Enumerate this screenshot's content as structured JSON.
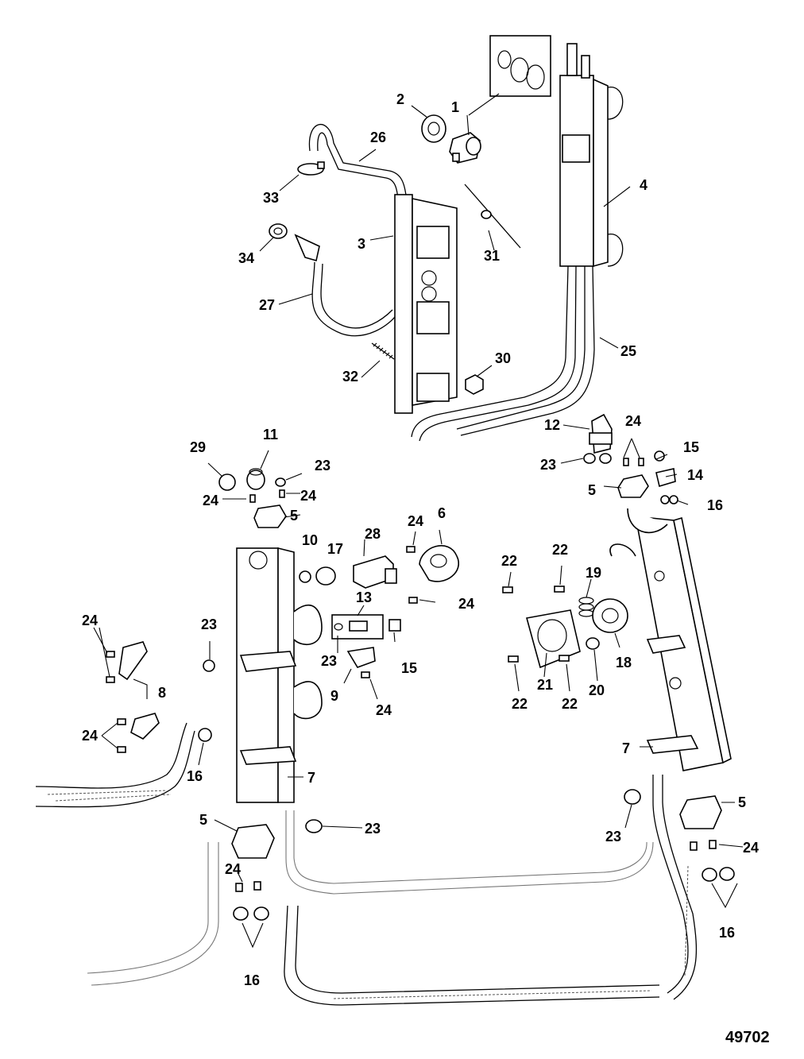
{
  "figure_number": "49702",
  "callouts": [
    {
      "id": "c1",
      "text": "1"
    },
    {
      "id": "c2",
      "text": "2"
    },
    {
      "id": "c3",
      "text": "3"
    },
    {
      "id": "c4",
      "text": "4"
    },
    {
      "id": "c5a",
      "text": "5"
    },
    {
      "id": "c5b",
      "text": "5"
    },
    {
      "id": "c5c",
      "text": "5"
    },
    {
      "id": "c5d",
      "text": "5"
    },
    {
      "id": "c6",
      "text": "6"
    },
    {
      "id": "c7a",
      "text": "7"
    },
    {
      "id": "c7b",
      "text": "7"
    },
    {
      "id": "c8",
      "text": "8"
    },
    {
      "id": "c9",
      "text": "9"
    },
    {
      "id": "c10",
      "text": "10"
    },
    {
      "id": "c11",
      "text": "11"
    },
    {
      "id": "c12",
      "text": "12"
    },
    {
      "id": "c13",
      "text": "13"
    },
    {
      "id": "c14",
      "text": "14"
    },
    {
      "id": "c15a",
      "text": "15"
    },
    {
      "id": "c15b",
      "text": "15"
    },
    {
      "id": "c16a",
      "text": "16"
    },
    {
      "id": "c16b",
      "text": "16"
    },
    {
      "id": "c16c",
      "text": "16"
    },
    {
      "id": "c16d",
      "text": "16"
    },
    {
      "id": "c17",
      "text": "17"
    },
    {
      "id": "c18",
      "text": "18"
    },
    {
      "id": "c19",
      "text": "19"
    },
    {
      "id": "c20",
      "text": "20"
    },
    {
      "id": "c21",
      "text": "21"
    },
    {
      "id": "c22a",
      "text": "22"
    },
    {
      "id": "c22b",
      "text": "22"
    },
    {
      "id": "c22c",
      "text": "22"
    },
    {
      "id": "c22d",
      "text": "22"
    },
    {
      "id": "c23a",
      "text": "23"
    },
    {
      "id": "c23b",
      "text": "23"
    },
    {
      "id": "c23c",
      "text": "23"
    },
    {
      "id": "c23d",
      "text": "23"
    },
    {
      "id": "c23e",
      "text": "23"
    },
    {
      "id": "c23f",
      "text": "23"
    },
    {
      "id": "c24a",
      "text": "24"
    },
    {
      "id": "c24b",
      "text": "24"
    },
    {
      "id": "c24c",
      "text": "24"
    },
    {
      "id": "c24d",
      "text": "24"
    },
    {
      "id": "c24e",
      "text": "24"
    },
    {
      "id": "c24f",
      "text": "24"
    },
    {
      "id": "c24g",
      "text": "24"
    },
    {
      "id": "c24h",
      "text": "24"
    },
    {
      "id": "c24i",
      "text": "24"
    },
    {
      "id": "c24j",
      "text": "24"
    },
    {
      "id": "c25",
      "text": "25"
    },
    {
      "id": "c26",
      "text": "26"
    },
    {
      "id": "c27",
      "text": "27"
    },
    {
      "id": "c28",
      "text": "28"
    },
    {
      "id": "c29",
      "text": "29"
    },
    {
      "id": "c30",
      "text": "30"
    },
    {
      "id": "c31",
      "text": "31"
    },
    {
      "id": "c32",
      "text": "32"
    },
    {
      "id": "c33",
      "text": "33"
    },
    {
      "id": "c34",
      "text": "34"
    }
  ]
}
